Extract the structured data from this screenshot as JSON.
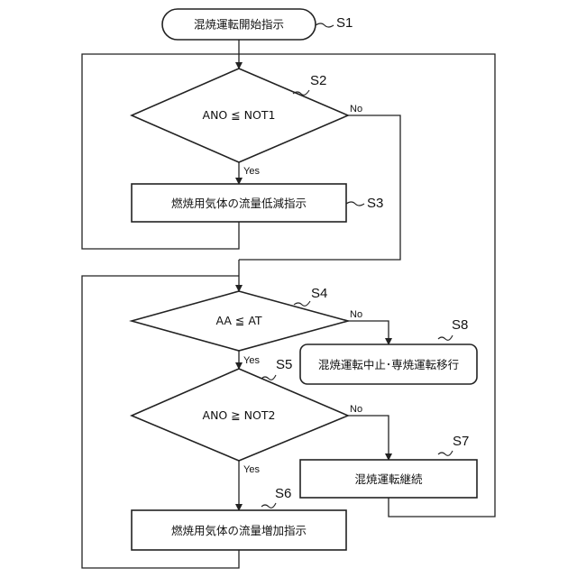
{
  "nodes": {
    "start": {
      "label": "混焼運転開始指示",
      "step": "S1"
    },
    "check_no": {
      "label": "ANO ≦ NOT1",
      "step": "S2"
    },
    "reduce_flow": {
      "label": "燃焼用気体の流量低減指示",
      "step": "S3"
    },
    "check_aa": {
      "label": "AA ≦ AT",
      "step": "S4"
    },
    "check_no2": {
      "label": "ANO ≧ NOT2",
      "step": "S5"
    },
    "increase_flow": {
      "label": "燃焼用気体の流量増加指示",
      "step": "S6"
    },
    "continue_mixed": {
      "label": "混焼運転継続",
      "step": "S7"
    },
    "stop_switch": {
      "label": "混焼運転中止･専焼運転移行",
      "step": "S8"
    }
  },
  "branches": {
    "yes": "Yes",
    "no": "No"
  }
}
